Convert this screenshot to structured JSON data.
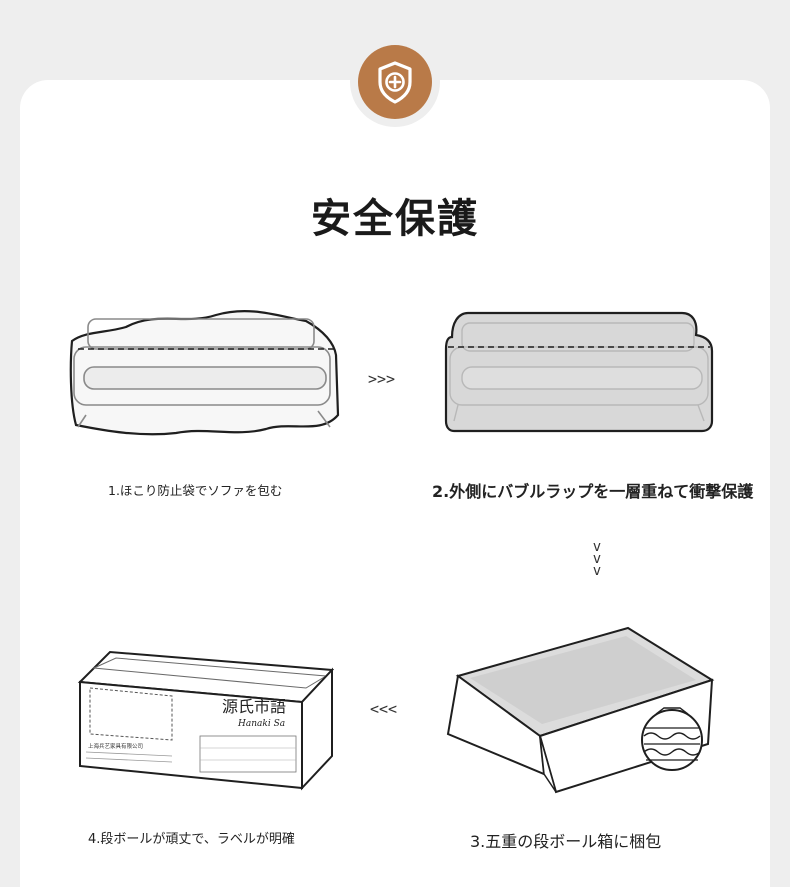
{
  "title": "安全保護",
  "steps": [
    {
      "caption": "1.ほこり防止袋でソファを包む"
    },
    {
      "caption": "2.外側にバブルラップを一層重ねて衝撃保護"
    },
    {
      "caption": "3.五重の段ボール箱に梱包"
    },
    {
      "caption": "4.段ボールが頑丈で、ラベルが明確"
    }
  ],
  "arrows": {
    "right": ">>>",
    "left": "<<<",
    "down": [
      "v",
      "v",
      "v"
    ]
  },
  "box_label": {
    "brand": "源氏市語",
    "brand_sub": "Hanaki Sa",
    "company": "上海兵艺家具有限公司"
  },
  "colors": {
    "accent": "#b97a48",
    "background": "#eeeeee",
    "card": "#ffffff"
  },
  "icons": {
    "badge": "shield-plus-icon"
  }
}
